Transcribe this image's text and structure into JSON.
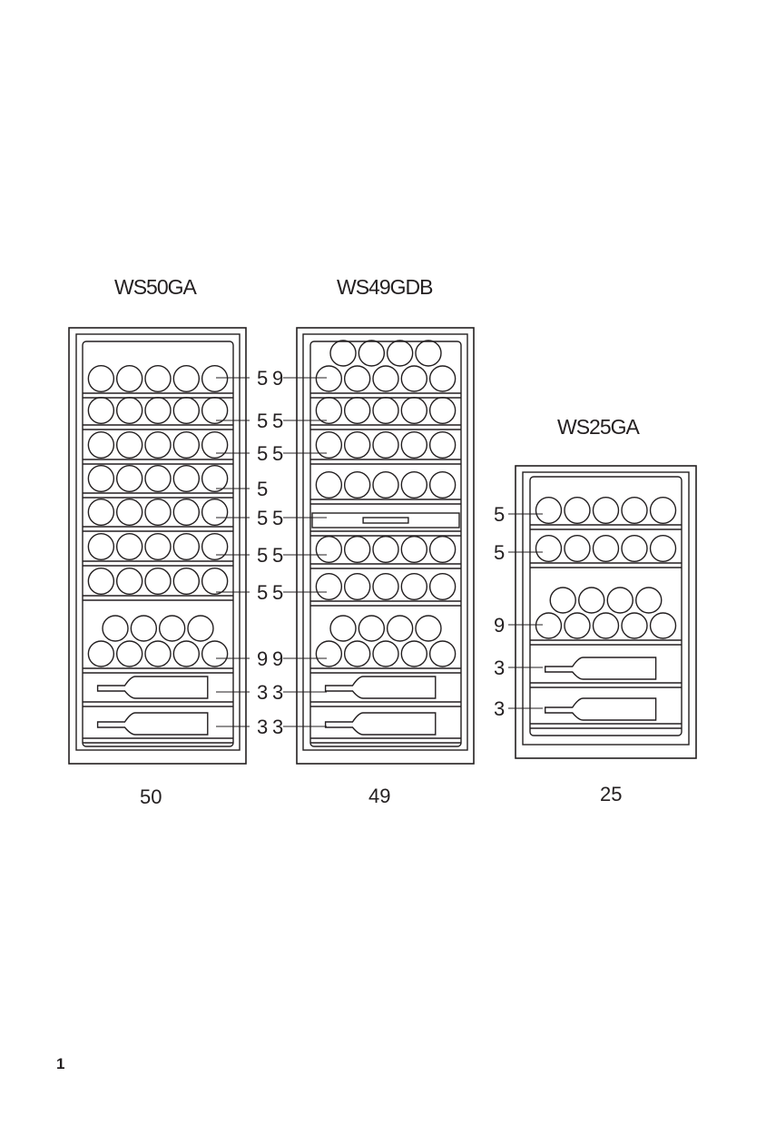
{
  "cabinets": [
    {
      "model": "WS50GA",
      "total": "50",
      "shelves": [
        {
          "type": "bottles",
          "label": "5"
        },
        {
          "type": "bottles",
          "label": "5"
        },
        {
          "type": "bottles",
          "label": "5"
        },
        {
          "type": "bottles",
          "label": "5"
        },
        {
          "type": "bottles",
          "label": "5"
        },
        {
          "type": "bottles",
          "label": "5"
        },
        {
          "type": "bottles",
          "label": "5"
        },
        {
          "type": "stacked",
          "label": "9"
        },
        {
          "type": "lying",
          "label": "3"
        },
        {
          "type": "lying",
          "label": "3"
        }
      ]
    },
    {
      "model": "WS49GDB",
      "total": "49",
      "shelves": [
        {
          "type": "stacked",
          "label": "9"
        },
        {
          "type": "bottles",
          "label": "5"
        },
        {
          "type": "bottles",
          "label": "5"
        },
        {
          "type": "bottles",
          "label": ""
        },
        {
          "type": "panel",
          "label": "5"
        },
        {
          "type": "bottles",
          "label": "5"
        },
        {
          "type": "bottles",
          "label": "5"
        },
        {
          "type": "stacked",
          "label": "9"
        },
        {
          "type": "lying",
          "label": "3"
        },
        {
          "type": "lying",
          "label": "3"
        }
      ]
    },
    {
      "model": "WS25GA",
      "total": "25",
      "shelves": [
        {
          "type": "bottles",
          "label": "5"
        },
        {
          "type": "bottles",
          "label": "5"
        },
        {
          "type": "stacked",
          "label": "9"
        },
        {
          "type": "lying",
          "label": "3"
        },
        {
          "type": "lying",
          "label": "3"
        }
      ]
    }
  ],
  "page_number": "1"
}
